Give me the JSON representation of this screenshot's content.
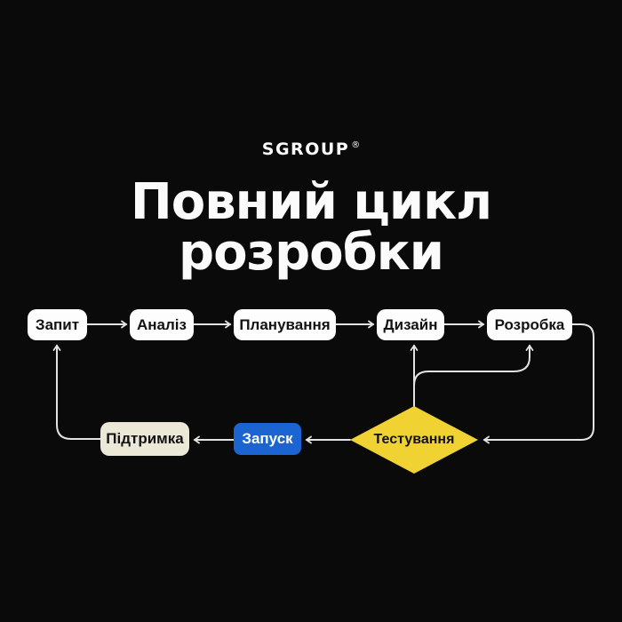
{
  "brand": {
    "logo": "SGROUP",
    "registered_mark": "®"
  },
  "title": {
    "full": "Повний цикл розробки",
    "line1": "Повний цикл",
    "line2": "розробки"
  },
  "flowchart": {
    "nodes": [
      {
        "id": "request",
        "label": "Запит",
        "shape": "rounded-box",
        "fill": "#fdfdfd",
        "text_color": "#121212"
      },
      {
        "id": "analysis",
        "label": "Аналіз",
        "shape": "rounded-box",
        "fill": "#fdfdfd",
        "text_color": "#121212"
      },
      {
        "id": "planning",
        "label": "Планування",
        "shape": "rounded-box",
        "fill": "#fdfdfd",
        "text_color": "#121212"
      },
      {
        "id": "design",
        "label": "Дизайн",
        "shape": "rounded-box",
        "fill": "#fdfdfd",
        "text_color": "#121212"
      },
      {
        "id": "development",
        "label": "Розробка",
        "shape": "rounded-box",
        "fill": "#fdfdfd",
        "text_color": "#121212"
      },
      {
        "id": "testing",
        "label": "Тестування",
        "shape": "diamond",
        "fill": "#f0d232",
        "text_color": "#121212"
      },
      {
        "id": "launch",
        "label": "Запуск",
        "shape": "rounded-box",
        "fill": "#1b64d2",
        "text_color": "#fdfdfd"
      },
      {
        "id": "support",
        "label": "Підтримка",
        "shape": "rounded-box",
        "fill": "#ece8d7",
        "text_color": "#121212"
      }
    ],
    "edges": [
      {
        "from": "Запит",
        "to": "Аналіз"
      },
      {
        "from": "Аналіз",
        "to": "Планування"
      },
      {
        "from": "Планування",
        "to": "Дизайн"
      },
      {
        "from": "Дизайн",
        "to": "Розробка"
      },
      {
        "from": "Розробка",
        "to": "Тестування"
      },
      {
        "from": "Тестування",
        "to": "Дизайн"
      },
      {
        "from": "Тестування",
        "to": "Розробка"
      },
      {
        "from": "Тестування",
        "to": "Запуск"
      },
      {
        "from": "Запуск",
        "to": "Підтримка"
      },
      {
        "from": "Підтримка",
        "to": "Запит"
      }
    ]
  },
  "colors": {
    "background": "#0a0a0a",
    "text_light": "#fbfbfb",
    "connector": "#e3e3e3",
    "accent_yellow": "#f0d232",
    "accent_blue": "#1b64d2",
    "accent_beige": "#ece8d7"
  }
}
